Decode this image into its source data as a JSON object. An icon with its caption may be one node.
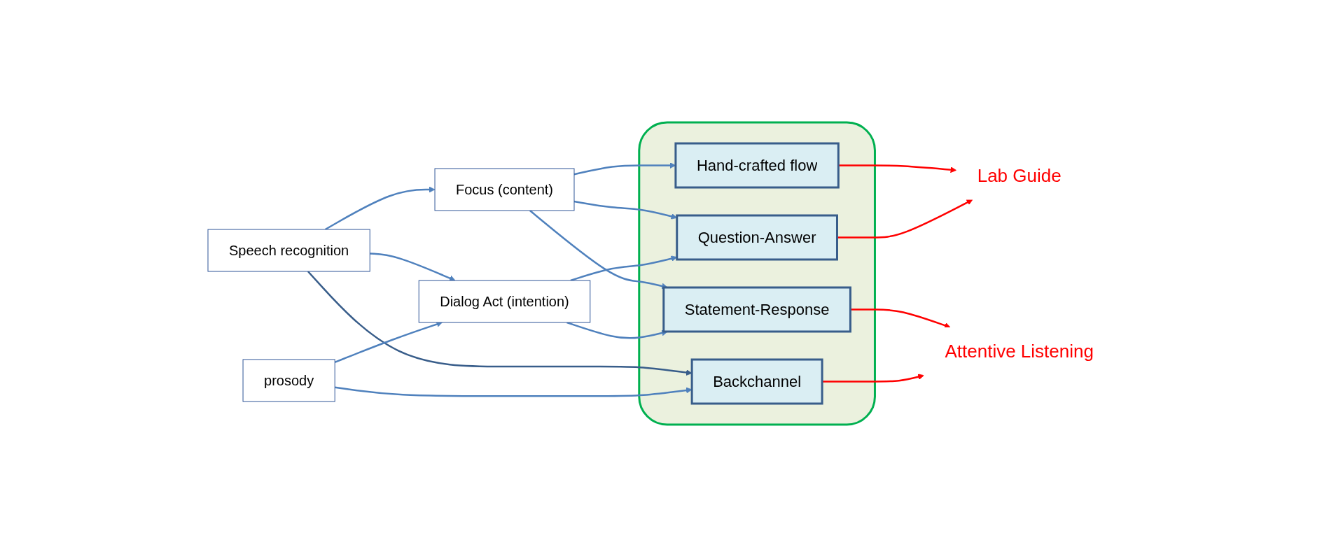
{
  "diagram": {
    "nodes": [
      {
        "text": [
          "Speech recognition"
        ]
      },
      {
        "text": [
          "prosody"
        ]
      },
      {
        "text": [
          "Focus (content)"
        ]
      },
      {
        "text": [
          "Dialog Act (intention)"
        ]
      },
      {
        "text": [],
        "shape": "box"
      },
      {
        "text": [
          "Hand-crafted flow"
        ],
        "in": 4
      },
      {
        "text": [
          "Question-Answer"
        ],
        "in": 4
      },
      {
        "text": [
          "Statement-Response"
        ],
        "in": 4
      },
      {
        "text": [
          "Backchannel"
        ],
        "in": 4
      },
      {
        "text": [
          "Lab Guide"
        ]
      },
      {
        "text": [
          "Attentive Listening"
        ]
      }
    ],
    "edges": [
      {
        "from": 0,
        "to": 2,
        "arrow": "to"
      },
      {
        "from": 0,
        "to": 3,
        "arrow": "to"
      },
      {
        "from": 0,
        "to": 8,
        "arrow": "to",
        "color": "#385d8a"
      },
      {
        "from": 1,
        "to": 3,
        "arrow": "to"
      },
      {
        "from": 1,
        "to": 8,
        "arrow": "to"
      },
      {
        "from": 2,
        "to": 5,
        "arrow": "to"
      },
      {
        "from": 2,
        "to": 6,
        "arrow": "to"
      },
      {
        "from": 2,
        "to": 7,
        "arrow": "to"
      },
      {
        "from": 3,
        "to": 6,
        "arrow": "to"
      },
      {
        "from": 3,
        "to": 7,
        "arrow": "to"
      },
      {
        "from": 5,
        "to": 9,
        "arrow": "to",
        "color": "#ff0000"
      },
      {
        "from": 6,
        "to": 9,
        "arrow": "to",
        "color": "#ff0000"
      },
      {
        "from": 7,
        "to": 10,
        "arrow": "to",
        "color": "#ff0000"
      },
      {
        "from": 8,
        "to": 10,
        "arrow": "to",
        "color": "#ff0000"
      }
    ]
  }
}
